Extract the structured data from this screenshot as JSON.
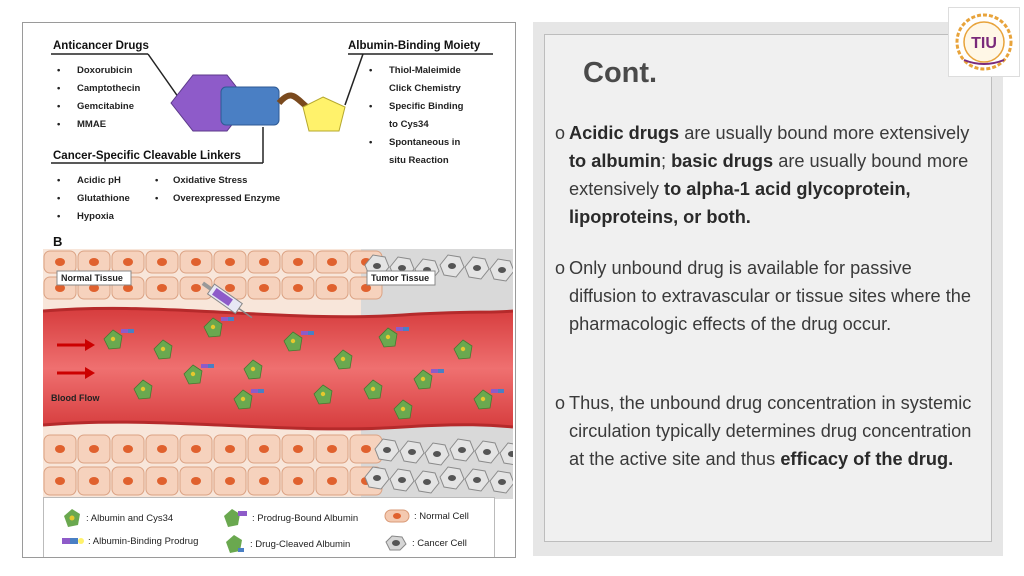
{
  "figure": {
    "anticancer_title": "Anticancer Drugs",
    "anticancer_items": [
      "Doxorubicin",
      "Camptothecin",
      "Gemcitabine",
      "MMAE"
    ],
    "albumin_title": "Albumin-Binding Moiety",
    "albumin_items": [
      "Thiol-Maleimide",
      "Click Chemistry",
      "Specific Binding",
      "to Cys34",
      "Spontaneous in",
      "situ Reaction"
    ],
    "linker_title": "Cancer-Specific Cleavable Linkers",
    "linker_items_left": [
      "Acidic pH",
      "Glutathione",
      "Hypoxia"
    ],
    "linker_items_right": [
      "Oxidative Stress",
      "Overexpressed Enzyme"
    ],
    "panel_label": "B",
    "normal_tissue": "Normal Tissue",
    "tumor_tissue": "Tumor Tissue",
    "blood_flow": "Blood Flow",
    "legend": [
      ": Albumin and Cys34",
      ": Prodrug-Bound Albumin",
      ": Normal Cell",
      ": Albumin-Binding Prodrug",
      ": Drug-Cleaved Albumin",
      ": Cancer Cell"
    ],
    "colors": {
      "drug": "#8e5bc9",
      "linker": "#4a7fc4",
      "moiety": "#fff26b",
      "albumin": "#6aa84f",
      "vessel": "#e8595a"
    }
  },
  "slide": {
    "title": "Cont.",
    "bullet_marker": "o",
    "b1_p1": "Acidic drugs",
    "b1_p2": " are usually bound more extensively ",
    "b1_p3": "to albumin",
    "b1_p4": "; ",
    "b1_p5": "basic drugs",
    "b1_p6": " are usually bound more extensively ",
    "b1_p7": "to alpha-1 acid glycoprotein, lipoproteins, or both.",
    "b2": "Only unbound drug is available for passive diffusion to extravascular or tissue sites where the pharmacologic effects of the drug occur.",
    "b3_p1": "Thus, the unbound drug concentration in systemic circulation typically determines drug concentration at the active site and thus ",
    "b3_p2": "efficacy of the drug."
  },
  "logo": {
    "text": "TIU",
    "colors": {
      "ring": "#e8a33a",
      "text": "#7a2a7a"
    }
  }
}
